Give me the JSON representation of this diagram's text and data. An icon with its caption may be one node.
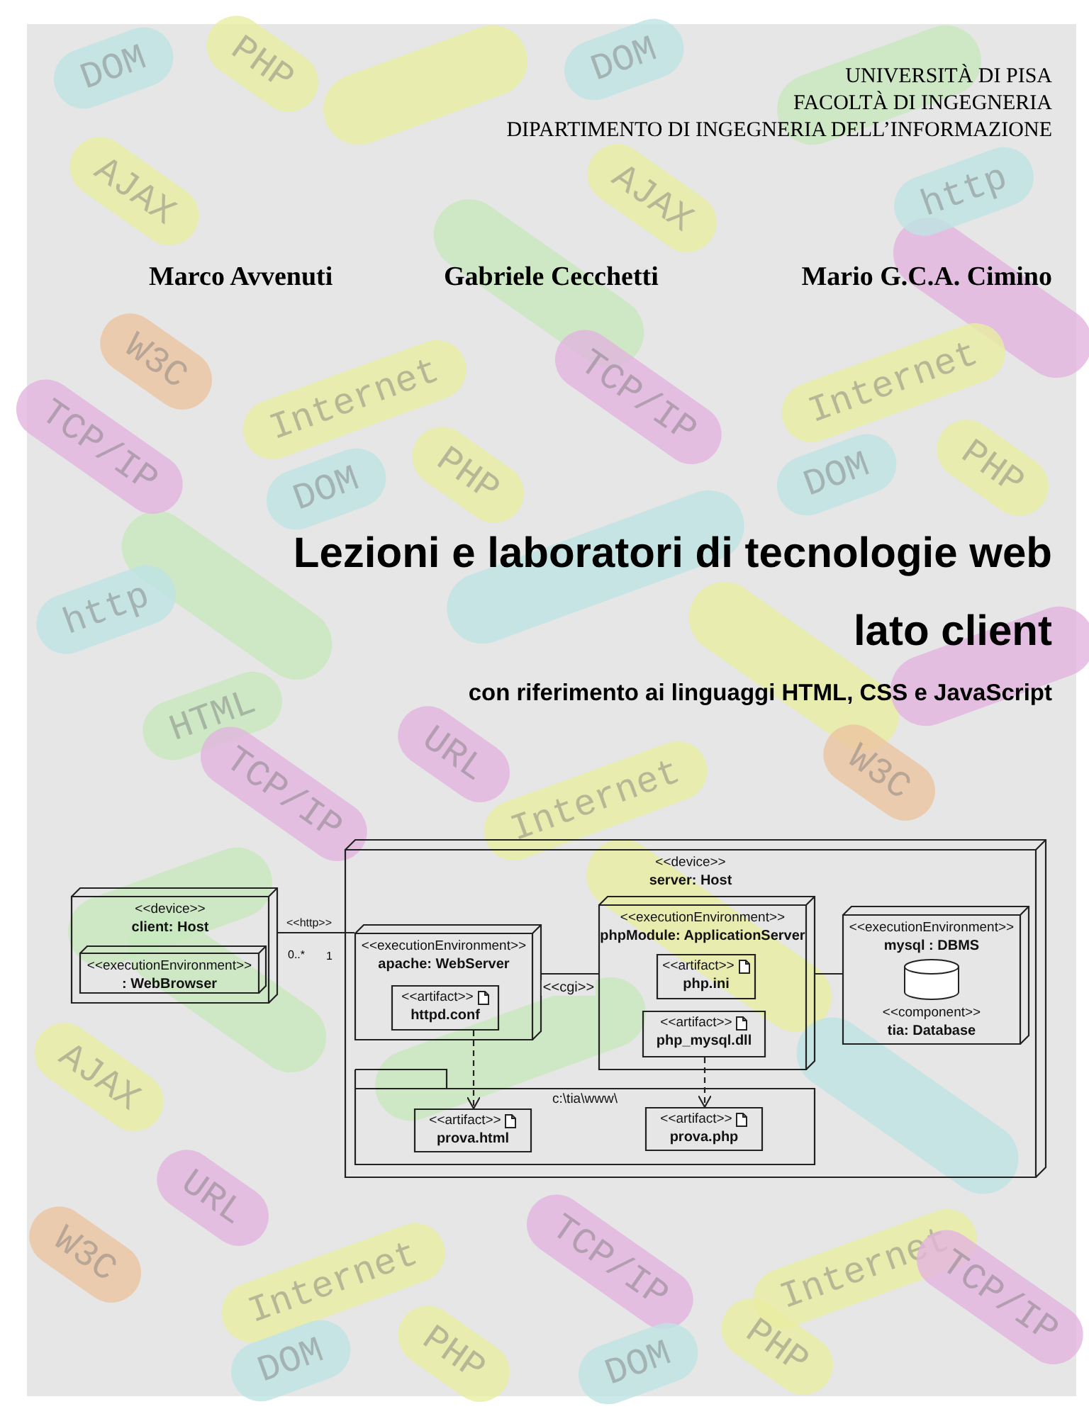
{
  "diagram": {
    "title": "Lezioni e laboratori di tecnologie web lato client",
    "nodes": [
      {
        "text": [
          "<<device>>",
          "client: Host"
        ]
      },
      {
        "text": [
          "<<executionEnvironment>>",
          ": WebBrowser"
        ],
        "in": 0
      },
      {
        "text": [
          "<<device>>",
          "server: Host"
        ]
      },
      {
        "text": [
          "<<executionEnvironment>>",
          "apache: WebServer"
        ],
        "in": 2
      },
      {
        "text": [
          "<<artifact>>",
          "httpd.conf"
        ],
        "in": 3
      },
      {
        "text": [
          "<<executionEnvironment>>",
          "phpModule: ApplicationServer"
        ],
        "in": 2
      },
      {
        "text": [
          "<<artifact>>",
          "php.ini"
        ],
        "in": 5
      },
      {
        "text": [
          "<<artifact>>",
          "php_mysql.dll"
        ],
        "in": 5
      },
      {
        "text": [
          "<<executionEnvironment>>",
          "mysql : DBMS",
          "<<component>>",
          "tia: Database"
        ],
        "in": 2
      },
      {
        "text": [
          "c:\\tia\\www\\"
        ],
        "in": 2
      },
      {
        "text": [
          "<<artifact>>",
          "prova.html"
        ],
        "in": 9
      },
      {
        "text": [
          "<<artifact>>",
          "prova.php"
        ],
        "in": 9
      }
    ],
    "edges": [
      {
        "from": 0,
        "to": 3,
        "arrow": "none",
        "label": "<<http>>"
      },
      {
        "from": 3,
        "to": 5,
        "arrow": "none",
        "label": "<<cgi>>"
      },
      {
        "from": 5,
        "to": 8,
        "arrow": "none"
      },
      {
        "from": 4,
        "to": 10,
        "arrow": "to",
        "style": "dashed"
      },
      {
        "from": 7,
        "to": 11,
        "arrow": "to",
        "style": "dashed"
      }
    ],
    "labels": [
      "UNIVERSITÀ DI PISA",
      "FACOLTÀ DI INGEGNERIA",
      "DIPARTIMENTO DI INGEGNERIA DELL’INFORMAZIONE",
      "Marco Avvenuti",
      "Gabriele Cecchetti",
      "Mario G.C.A. Cimino",
      "con riferimento ai linguaggi HTML, CSS e JavaScript",
      "0..*",
      "1",
      "DOM",
      "PHP",
      "DOM",
      "AJAX",
      "AJAX",
      "http",
      "W3C",
      "TCP/IP",
      "Internet",
      "TCP/IP",
      "Internet",
      "DOM",
      "PHP",
      "DOM",
      "PHP",
      "http",
      "HTML",
      "URL",
      "W3C",
      "TCP/IP",
      "Internet",
      "AJAX",
      "URL",
      "W3C",
      "Internet",
      "TCP/IP",
      "Internet",
      "DOM",
      "PHP",
      "DOM",
      "PHP",
      "TCP/IP"
    ]
  }
}
